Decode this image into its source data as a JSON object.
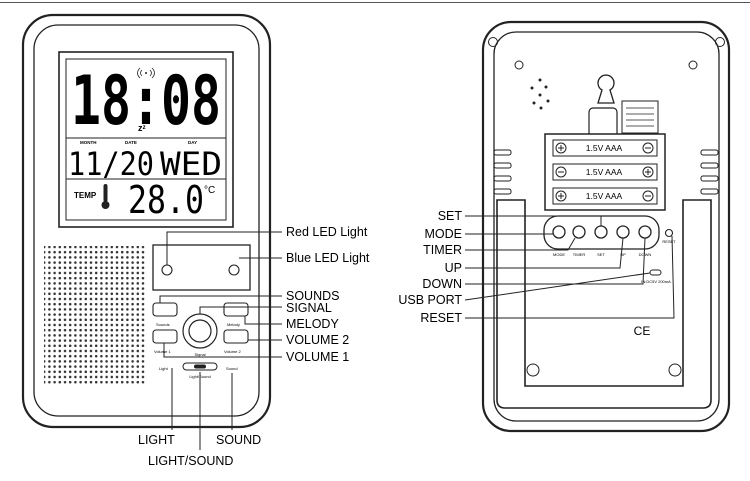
{
  "colors": {
    "line": "#222222",
    "lcd_bg": "#ffffff",
    "page_bg": "#ffffff"
  },
  "front": {
    "lcd": {
      "time": "18:08",
      "date": "11/20",
      "weekday": "WED",
      "temp_value": "28.0",
      "temp_unit": "°C",
      "label_month": "MONTH",
      "label_date": "DATE",
      "label_day": "DAY",
      "label_temp": "TEMP",
      "snooze": "zᶻ"
    },
    "button_labels": {
      "sounds": "Sounds",
      "melody": "Melody",
      "volume1": "Volume 1",
      "volume2": "Volume 2",
      "signal": "Signal",
      "light": "Light",
      "light_sound": "Light/Sound",
      "sound": "Sound"
    },
    "callouts": {
      "red_led": "Red LED Light",
      "blue_led": "Blue LED Light",
      "sounds": "SOUNDS",
      "signal": "SIGNAL",
      "melody": "MELODY",
      "volume2": "VOLUME 2",
      "volume1": "VOLUME 1",
      "light": "LIGHT",
      "sound": "SOUND",
      "light_sound": "LIGHT/SOUND"
    }
  },
  "back": {
    "battery_label": "1.5V  AAA",
    "button_labels": {
      "mode": "MODE",
      "timer": "TIMER",
      "set": "SET",
      "up": "UP",
      "down": "DOWN",
      "reset": "RESET"
    },
    "usb_label": "IN:DC5V 200mA",
    "ce_mark": "CE",
    "callouts": {
      "set": "SET",
      "mode": "MODE",
      "timer": "TIMER",
      "up": "UP",
      "down": "DOWN",
      "usb_port": "USB PORT",
      "reset": "RESET"
    }
  }
}
